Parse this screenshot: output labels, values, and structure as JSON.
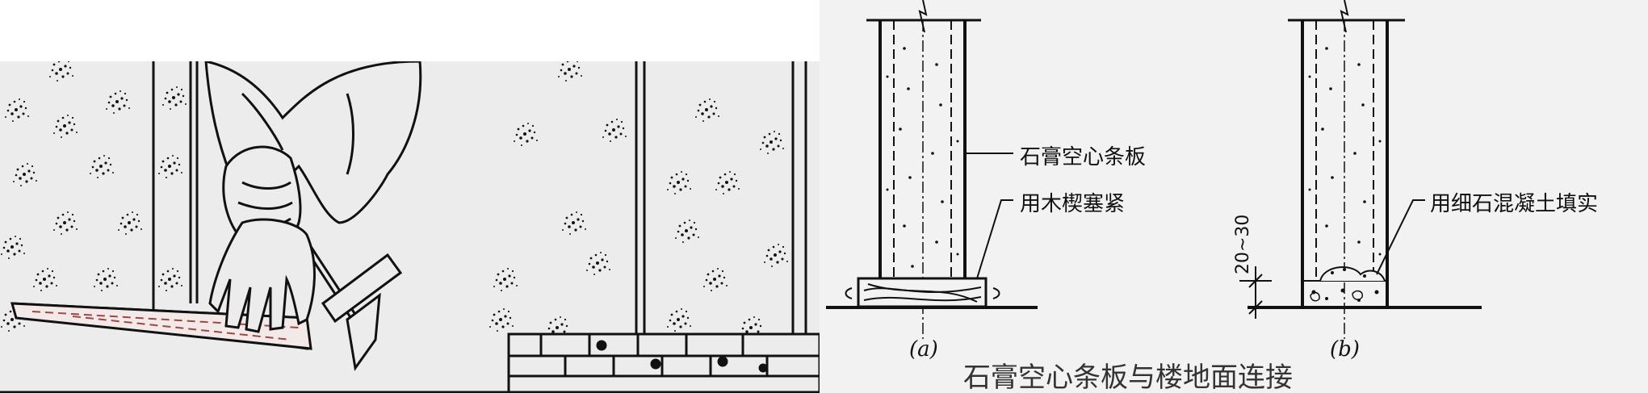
{
  "labels": {
    "board": "石膏空心条板",
    "wood_wedge": "用木楔塞紧",
    "fine_concrete": "用细石混凝土填实",
    "dimension": "20~30",
    "sub_a": "(a)",
    "sub_b": "(b)",
    "caption": "石膏空心条板与楼地面连接"
  },
  "colors": {
    "wedge_stroke": "#9a4a44",
    "line": "#111111"
  },
  "icons": [
    "hammer-icon",
    "hand-icon",
    "wood-wedge-icon"
  ]
}
